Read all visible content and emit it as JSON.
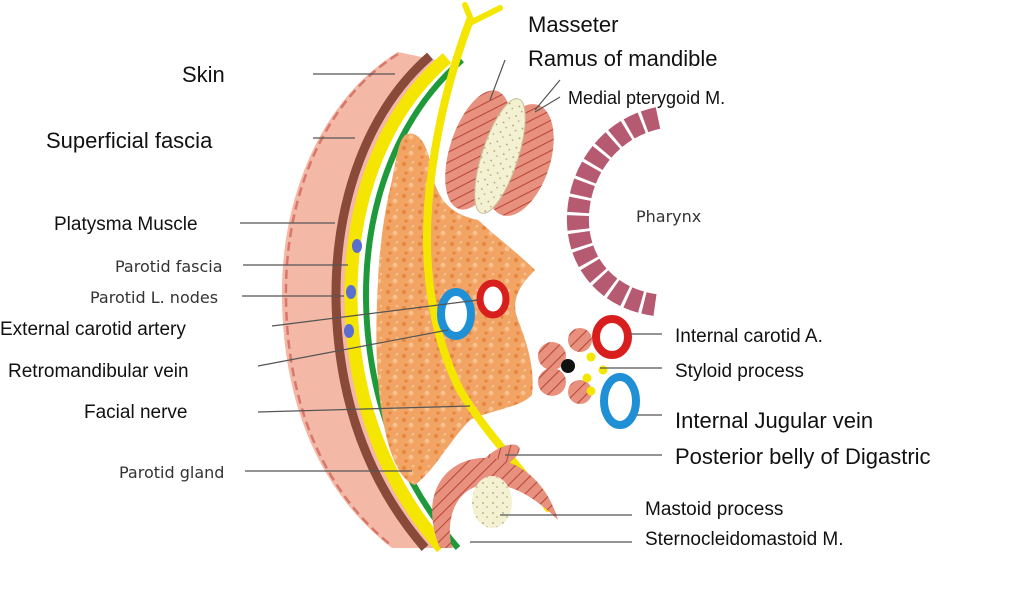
{
  "labels": {
    "skin": "Skin",
    "superficial_fascia": "Superficial fascia",
    "platysma": "Platysma Muscle",
    "parotid_fascia": "Parotid fascia",
    "parotid_nodes": "Parotid L. nodes",
    "external_carotid": "External carotid artery",
    "retromandibular_vein": "Retromandibular vein",
    "facial_nerve": "Facial nerve",
    "parotid_gland": "Parotid gland",
    "masseter": "Masseter",
    "ramus": "Ramus of mandible",
    "medial_pterygoid": "Medial pterygoid M.",
    "pharynx": "Pharynx",
    "internal_carotid": "Internal carotid A.",
    "styloid": "Styloid process",
    "internal_jugular": "Internal Jugular vein",
    "digastric": "Posterior belly of Digastric",
    "mastoid": "Mastoid process",
    "sternocleidomastoid": "Sternocleidomastoid M."
  },
  "colors": {
    "skin": "#f3b8a6",
    "skin_cells": "#d9776a",
    "fascia_brown": "#8a4a3a",
    "yellow_layer": "#f4e600",
    "green_layer": "#1e9a3a",
    "gland": "#f2a465",
    "muscle": "#e8917e",
    "muscle_stripe": "#b8493c",
    "bone": "#f4f0d2",
    "pharynx": "#b65a72",
    "artery": "#d91e1e",
    "vein": "#1f8fd6",
    "node": "#5b6fd0",
    "nerve": "#f4e600"
  }
}
